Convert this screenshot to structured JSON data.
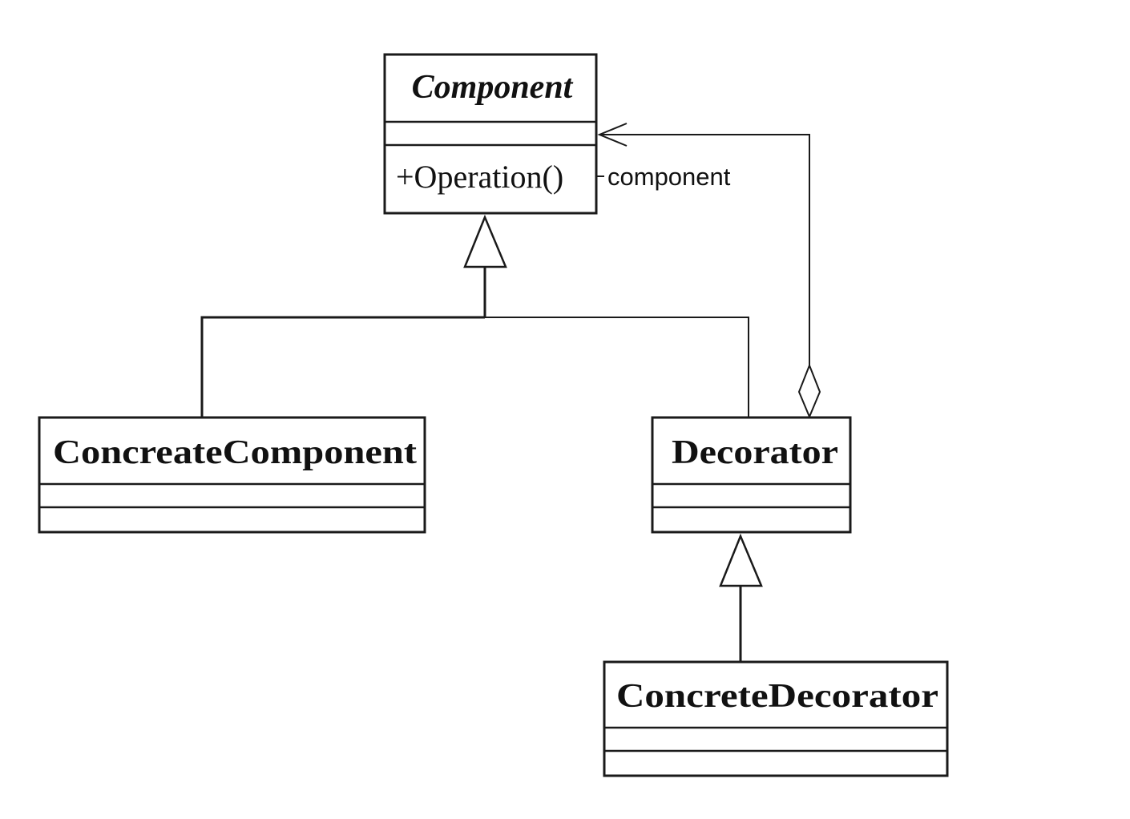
{
  "diagram": {
    "classes": {
      "component": {
        "name": "Component",
        "abstract": true,
        "attributes": [],
        "operations": [
          "+Operation()"
        ]
      },
      "concrete_component": {
        "name": "ConcreateComponent",
        "abstract": false,
        "attributes": [],
        "operations": []
      },
      "decorator": {
        "name": "Decorator",
        "abstract": false,
        "attributes": [],
        "operations": []
      },
      "concrete_decorator": {
        "name": "ConcreteDecorator",
        "abstract": false,
        "attributes": [],
        "operations": []
      }
    },
    "relations": [
      {
        "type": "generalization",
        "from": "ConcreateComponent",
        "to": "Component"
      },
      {
        "type": "generalization",
        "from": "Decorator",
        "to": "Component"
      },
      {
        "type": "generalization",
        "from": "ConcreteDecorator",
        "to": "Decorator"
      },
      {
        "type": "aggregation",
        "from": "Decorator",
        "to": "Component",
        "navigable": true,
        "role": "component"
      }
    ],
    "colors": {
      "line": "#1a1a1a",
      "fill": "#ffffff",
      "text": "#111111"
    }
  }
}
